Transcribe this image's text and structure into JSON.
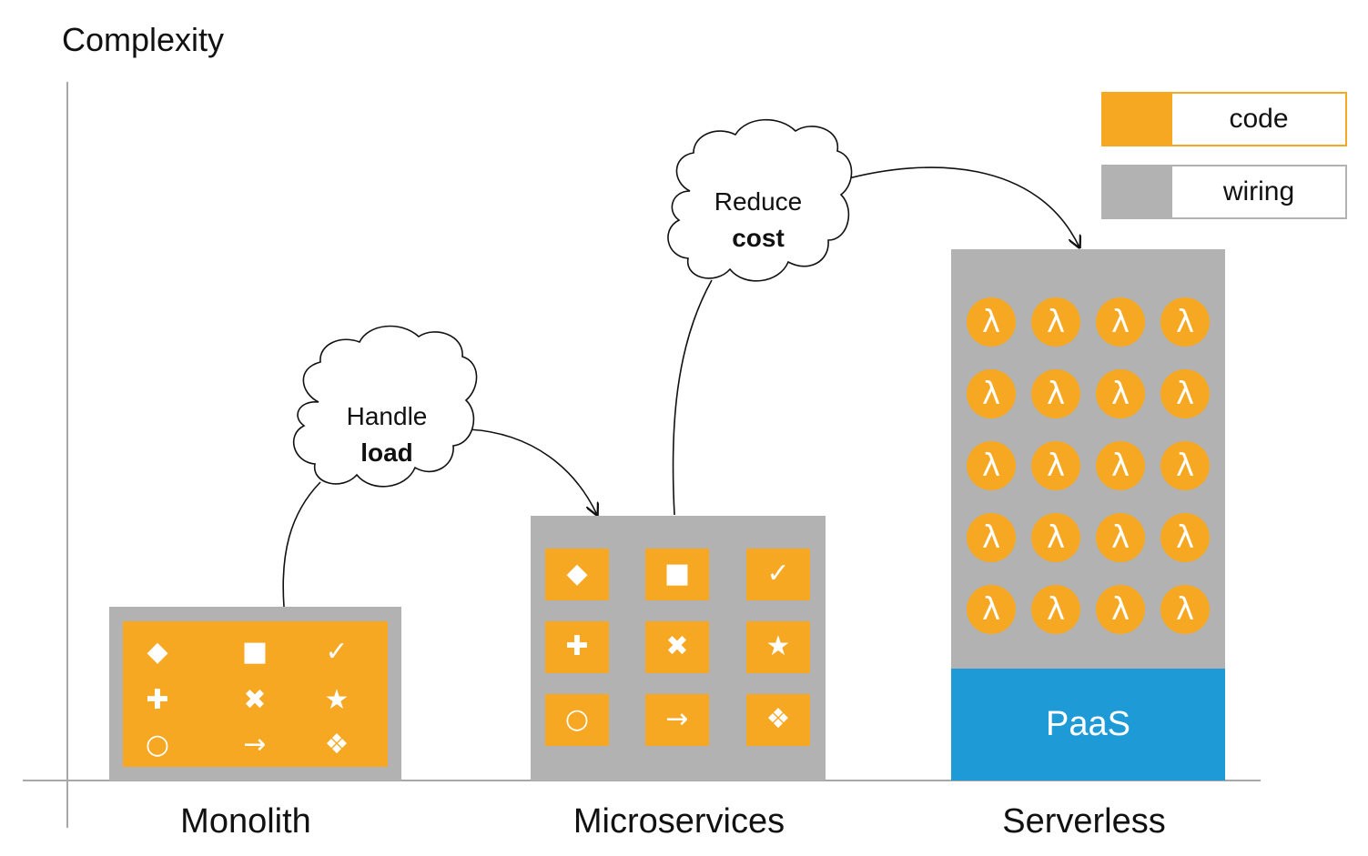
{
  "axis": {
    "y_title": "Complexity"
  },
  "legend": [
    {
      "label": "code",
      "color": "#f7a823"
    },
    {
      "label": "wiring",
      "color": "#b2b2b2"
    }
  ],
  "categories": [
    {
      "label": "Monolith"
    },
    {
      "label": "Microservices"
    },
    {
      "label": "Serverless"
    }
  ],
  "transitions": [
    {
      "line1": "Handle",
      "line2": "load"
    },
    {
      "line1": "Reduce",
      "line2": "cost"
    }
  ],
  "platform_label": "PaaS",
  "function_symbol": "λ",
  "code_icons": [
    {
      "name": "diamond-icon",
      "glyph": "◆"
    },
    {
      "name": "square-icon",
      "glyph": "■"
    },
    {
      "name": "checkmark-icon",
      "glyph": "✓"
    },
    {
      "name": "plus-icon",
      "glyph": "✚"
    },
    {
      "name": "x-mark-icon",
      "glyph": "✖"
    },
    {
      "name": "star-icon",
      "glyph": "★"
    },
    {
      "name": "circle-icon",
      "glyph": "○"
    },
    {
      "name": "arrow-right-icon",
      "glyph": "→"
    },
    {
      "name": "four-diamonds-icon",
      "glyph": "❖"
    }
  ],
  "colors": {
    "code": "#f7a823",
    "wiring": "#b2b2b2",
    "paas": "#1e9ad6"
  }
}
